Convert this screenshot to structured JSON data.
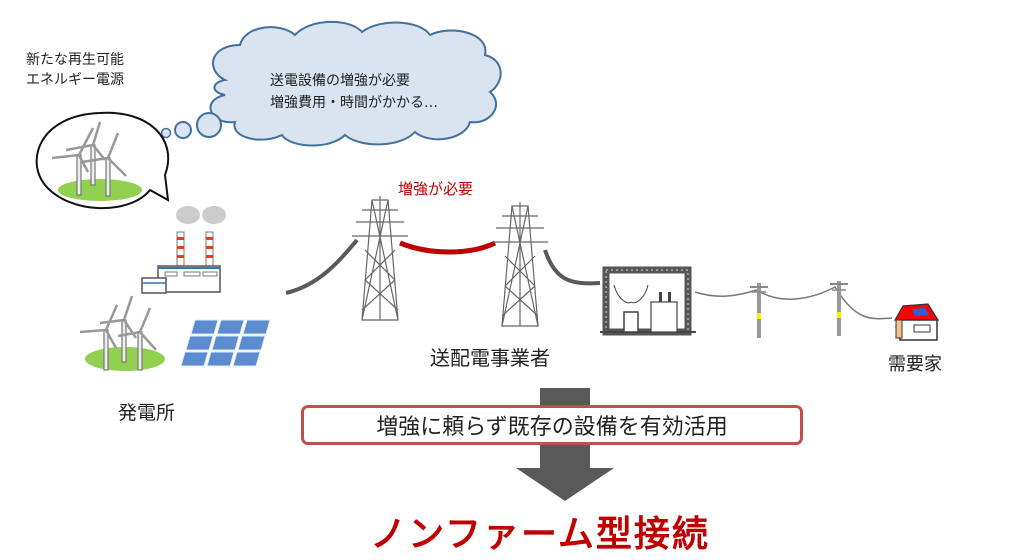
{
  "diagram": {
    "thought_bubble": {
      "caption_lines": [
        "新たな再生可能",
        "エネルギー電源"
      ],
      "cloud_lines": [
        "送電設備の増強が必要",
        "増強費用・時間がかかる…"
      ]
    },
    "transmission": {
      "reinforcement_label": "増強が必要",
      "operator_label": "送配電事業者"
    },
    "generation": {
      "label": "発電所"
    },
    "consumer": {
      "label": "需要家"
    },
    "policy": {
      "box_text": "増強に頼らず既存の設備を有効活用"
    },
    "result": {
      "title": "ノンファーム型接続"
    },
    "icons": [
      "wind-turbine-icon",
      "thermal-power-plant-icon",
      "solar-panel-icon",
      "transmission-tower-icon",
      "substation-icon",
      "utility-pole-icon",
      "house-icon",
      "down-arrow-icon"
    ],
    "colors": {
      "accent_red": "#c00000",
      "box_border": "#c0504d",
      "cloud_fill": "#dae3f0",
      "cloud_stroke": "#41719c",
      "arrow_gray": "#595959",
      "grass_green": "#92d050"
    }
  }
}
